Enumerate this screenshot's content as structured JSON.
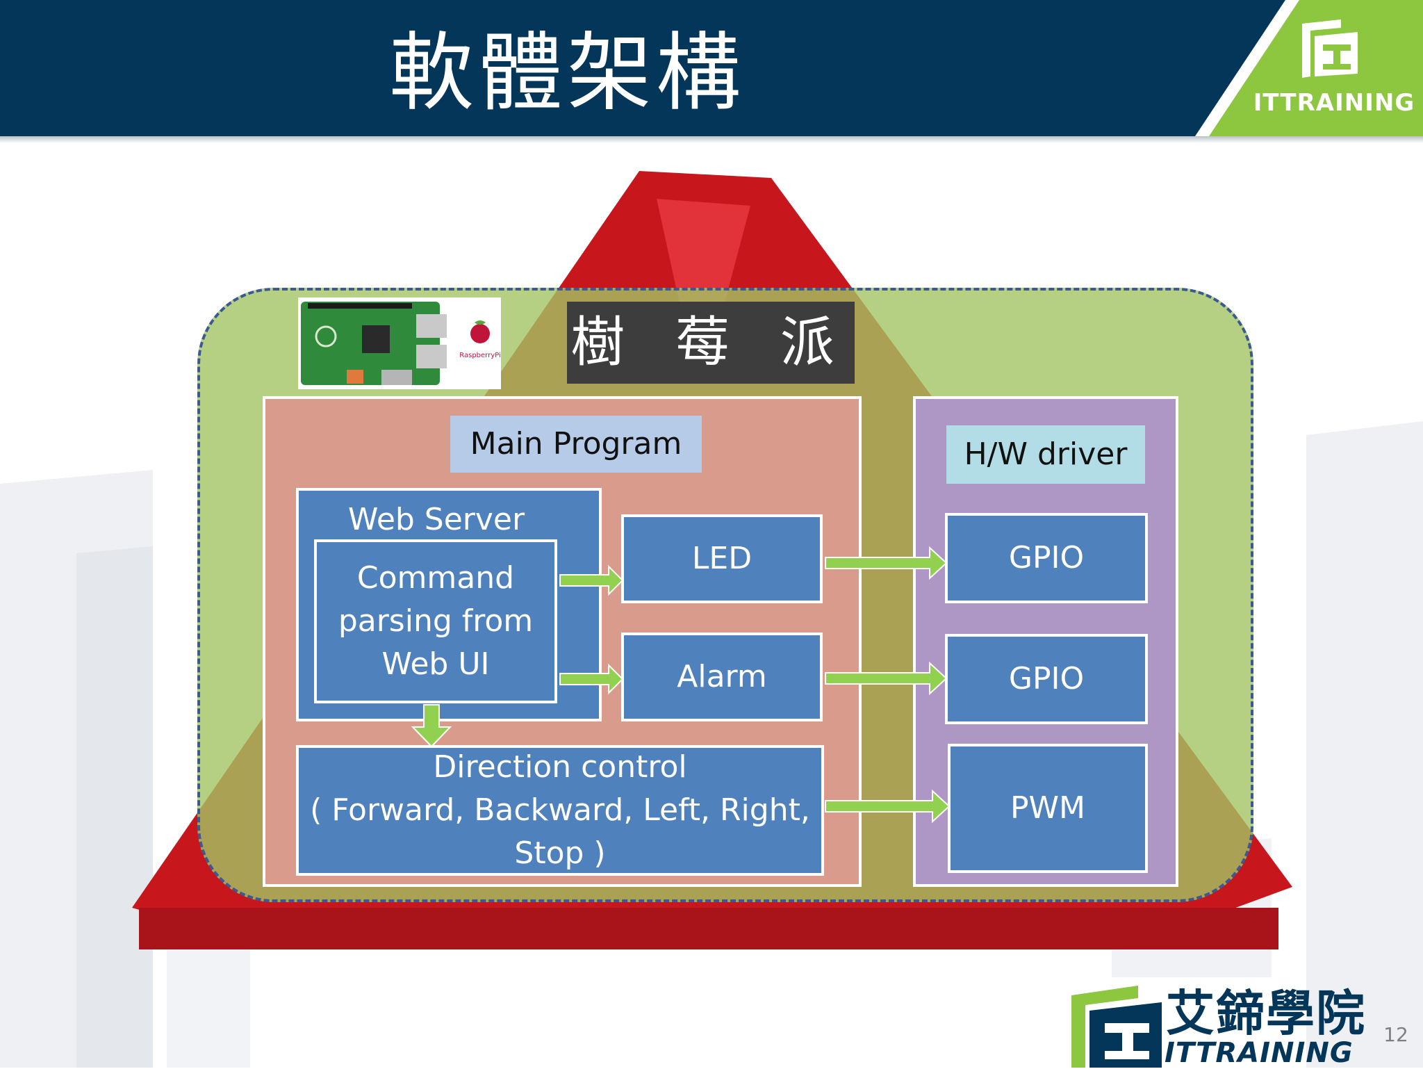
{
  "header": {
    "title": "軟體架構",
    "brand": "ITTRAINING"
  },
  "diagram": {
    "platform_label": "樹 莓 派",
    "main_program": {
      "title": "Main Program",
      "web_server": "Web Server",
      "command_parsing": "Command\nparsing from\nWeb UI",
      "led": "LED",
      "alarm": "Alarm",
      "direction_control": "Direction control\n( Forward,  Backward,  Left,   Right,\nStop )"
    },
    "hw_driver": {
      "title": "H/W driver",
      "gpio_1": "GPIO",
      "gpio_2": "GPIO",
      "pwm": "PWM"
    }
  },
  "footer": {
    "logo_cn": "艾鍗學院",
    "logo_en": "ITTRAINING",
    "page_number": "12"
  },
  "colors": {
    "header": "#033658",
    "accent_green": "#8dc63f",
    "box_blue": "#4f81bd",
    "frame_green": "#a3c464",
    "main_panel": "#d99b8c",
    "hw_panel": "#ae97c4",
    "arrow": "#92d050"
  }
}
